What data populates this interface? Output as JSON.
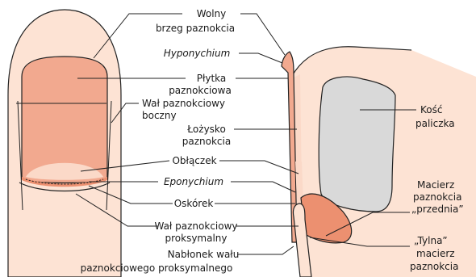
{
  "labels": {
    "wolny_line1": "Wolny",
    "wolny_line2": "brzeg paznokcia",
    "hyponychium": "Hyponychium",
    "plytka_line1": "Płytka",
    "plytka_line2": "paznokciowa",
    "wal_boczny_line1": "Wał paznokciowy",
    "wal_boczny_line2": "boczny",
    "lozysko_line1": "Łożysko",
    "lozysko_line2": "paznokcia",
    "oblaczek": "Obłączek",
    "eponychium": "Eponychium",
    "oskorek": "Oskórek",
    "wal_prox_line1": "Wał paznokciowy",
    "wal_prox_line2": "proksymalny",
    "nablonek_line1": "Nabłonek wału",
    "nablonek_line2": "paznokciowego proksymalnego",
    "kosc_line1": "Kość",
    "kosc_line2": "paliczka",
    "macierz_przednia_line1": "Macierz",
    "macierz_przednia_line2": "paznokcia",
    "macierz_przednia_line3": "„przednia”",
    "macierz_tylna_line1": "„Tylna”",
    "macierz_tylna_line2": "macierz",
    "macierz_tylna_line3": "paznokcia"
  },
  "colors": {
    "skin": "#fde3d4",
    "nail_plate": "#f2a98f",
    "nail_dark": "#ec9070",
    "lunula": "#fbd9c8",
    "bone": "#d9d9d9",
    "outline": "#222222"
  }
}
